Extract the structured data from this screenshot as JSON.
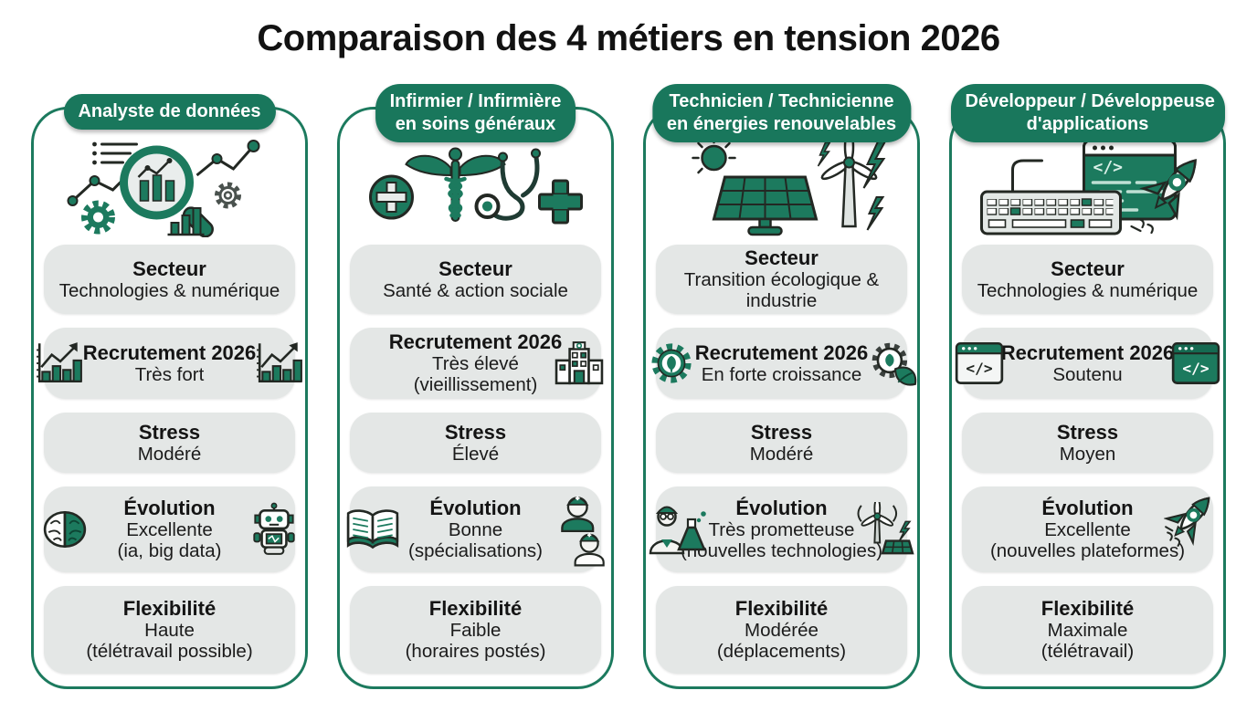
{
  "title": "Comparaison des 4 métiers en tension 2026",
  "theme": {
    "accent_green": "#1c7a5e",
    "pill_green": "#19775c",
    "bubble_gray": "#e4e7e6",
    "text_black": "#141414",
    "background": "#ffffff"
  },
  "columns": [
    {
      "title_line1": "Analyste de données",
      "illustration_icon": "data-analysis-magnifier-gears-charts-icon",
      "sections": [
        {
          "label": "Secteur",
          "value": "Technologies & numérique",
          "icons": []
        },
        {
          "label": "Recrutement 2026",
          "value": "Très fort",
          "icons": [
            "bar-chart-growth-icon",
            "bar-chart-growth-icon"
          ]
        },
        {
          "label": "Stress",
          "value": "Modéré",
          "icons": []
        },
        {
          "label": "Évolution",
          "value": "Excellente",
          "note": "(ia, big data)",
          "icons": [
            "brain-icon",
            "robot-icon"
          ]
        },
        {
          "label": "Flexibilité",
          "value": "Haute",
          "note": "(télétravail possible)",
          "icons": []
        }
      ]
    },
    {
      "title_line1": "Infirmier / Infirmière",
      "title_line2": "en soins généraux",
      "illustration_icon": "medical-caduceus-stethoscope-cross-icon",
      "sections": [
        {
          "label": "Secteur",
          "value": "Santé & action sociale",
          "icons": []
        },
        {
          "label": "Recrutement 2026",
          "value": "Très élevé",
          "note": "(vieillissement)",
          "icons": [
            "hospital-icon"
          ]
        },
        {
          "label": "Stress",
          "value": "Élevé",
          "icons": []
        },
        {
          "label": "Évolution",
          "value": "Bonne",
          "note": "(spécialisations)",
          "icons": [
            "open-book-icon",
            "nurses-icon"
          ]
        },
        {
          "label": "Flexibilité",
          "value": "Faible",
          "note": "(horaires postés)",
          "icons": []
        }
      ]
    },
    {
      "title_line1": "Technicien / Technicienne",
      "title_line2": "en énergies renouvelables",
      "illustration_icon": "renewable-energy-sun-solar-wind-icon",
      "sections": [
        {
          "label": "Secteur",
          "value": "Transition écologique & industrie",
          "icons": []
        },
        {
          "label": "Recrutement 2026",
          "value": "En forte croissance",
          "icons": [
            "gear-leaf-icon",
            "gear-leaf-icon"
          ]
        },
        {
          "label": "Stress",
          "value": "Modéré",
          "icons": []
        },
        {
          "label": "Évolution",
          "value": "Très prometteuse",
          "note": "(nouvelles technologies)",
          "icons": [
            "scientist-icon",
            "wind-solar-icon"
          ]
        },
        {
          "label": "Flexibilité",
          "value": "Modérée",
          "note": "(déplacements)",
          "icons": []
        }
      ]
    },
    {
      "title_line1": "Développeur / Développeuse",
      "title_line2": "d'applications",
      "illustration_icon": "developer-keyboard-code-rocket-icon",
      "sections": [
        {
          "label": "Secteur",
          "value": "Technologies & numérique",
          "icons": []
        },
        {
          "label": "Recrutement 2026",
          "value": "Soutenu",
          "icons": [
            "code-window-icon",
            "code-window-icon"
          ]
        },
        {
          "label": "Stress",
          "value": "Moyen",
          "icons": []
        },
        {
          "label": "Évolution",
          "value": "Excellente",
          "note": "(nouvelles plateformes)",
          "icons": [
            "rocket-icon"
          ]
        },
        {
          "label": "Flexibilité",
          "value": "Maximale",
          "note": "(télétravail)",
          "icons": []
        }
      ]
    }
  ]
}
